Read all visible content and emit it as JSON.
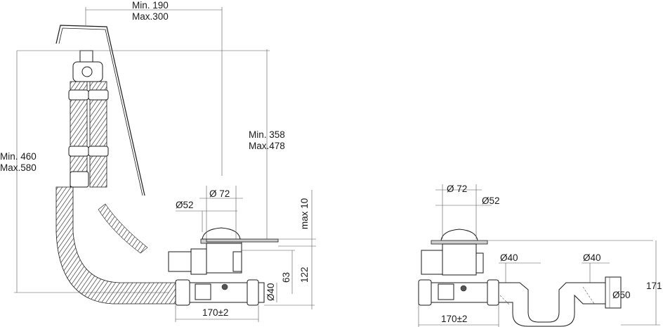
{
  "left_view": {
    "bracket_min": "Min. 190",
    "bracket_max": "Max.300",
    "height_min": "Min. 460",
    "height_max": "Max.580",
    "overflow_min": "Min. 358",
    "overflow_max": "Max.478",
    "dia_outer": "Ø 72",
    "dia_inner": "Ø52",
    "max_rim": "max 10",
    "h_63": "63",
    "h_122": "122",
    "pipe_dia": "Ø40",
    "width": "170±2"
  },
  "right_view": {
    "dia_outer": "Ø 72",
    "dia_inner": "Ø52",
    "pipe_in": "Ø40",
    "pipe_out": "Ø40",
    "outlet_dia": "Ø50",
    "height": "171",
    "width": "170±2"
  }
}
